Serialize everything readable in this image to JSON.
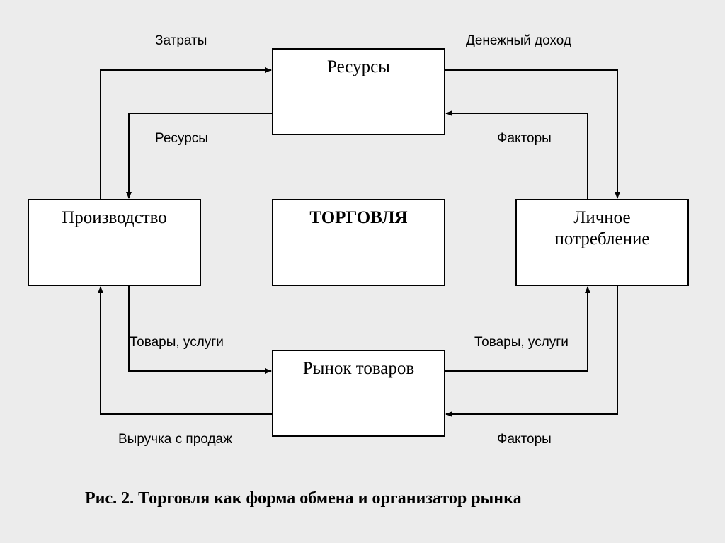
{
  "boxes": {
    "resources": "Ресурсы",
    "production": "Производство",
    "trade": "ТОРГОВЛЯ",
    "consumption_line1": "Личное",
    "consumption_line2": "потребление",
    "goods_market": "Рынок товаров"
  },
  "labels": {
    "costs": "Затраты",
    "money_income": "Денежный доход",
    "resources": "Ресурсы",
    "factors_top": "Факторы",
    "goods_services_left": "Товары, услуги",
    "goods_services_right": "Товары, услуги",
    "sales_revenue": "Выручка с продаж",
    "factors_bottom": "Факторы"
  },
  "caption": "Рис. 2. Торговля как форма обмена и организатор рынка"
}
